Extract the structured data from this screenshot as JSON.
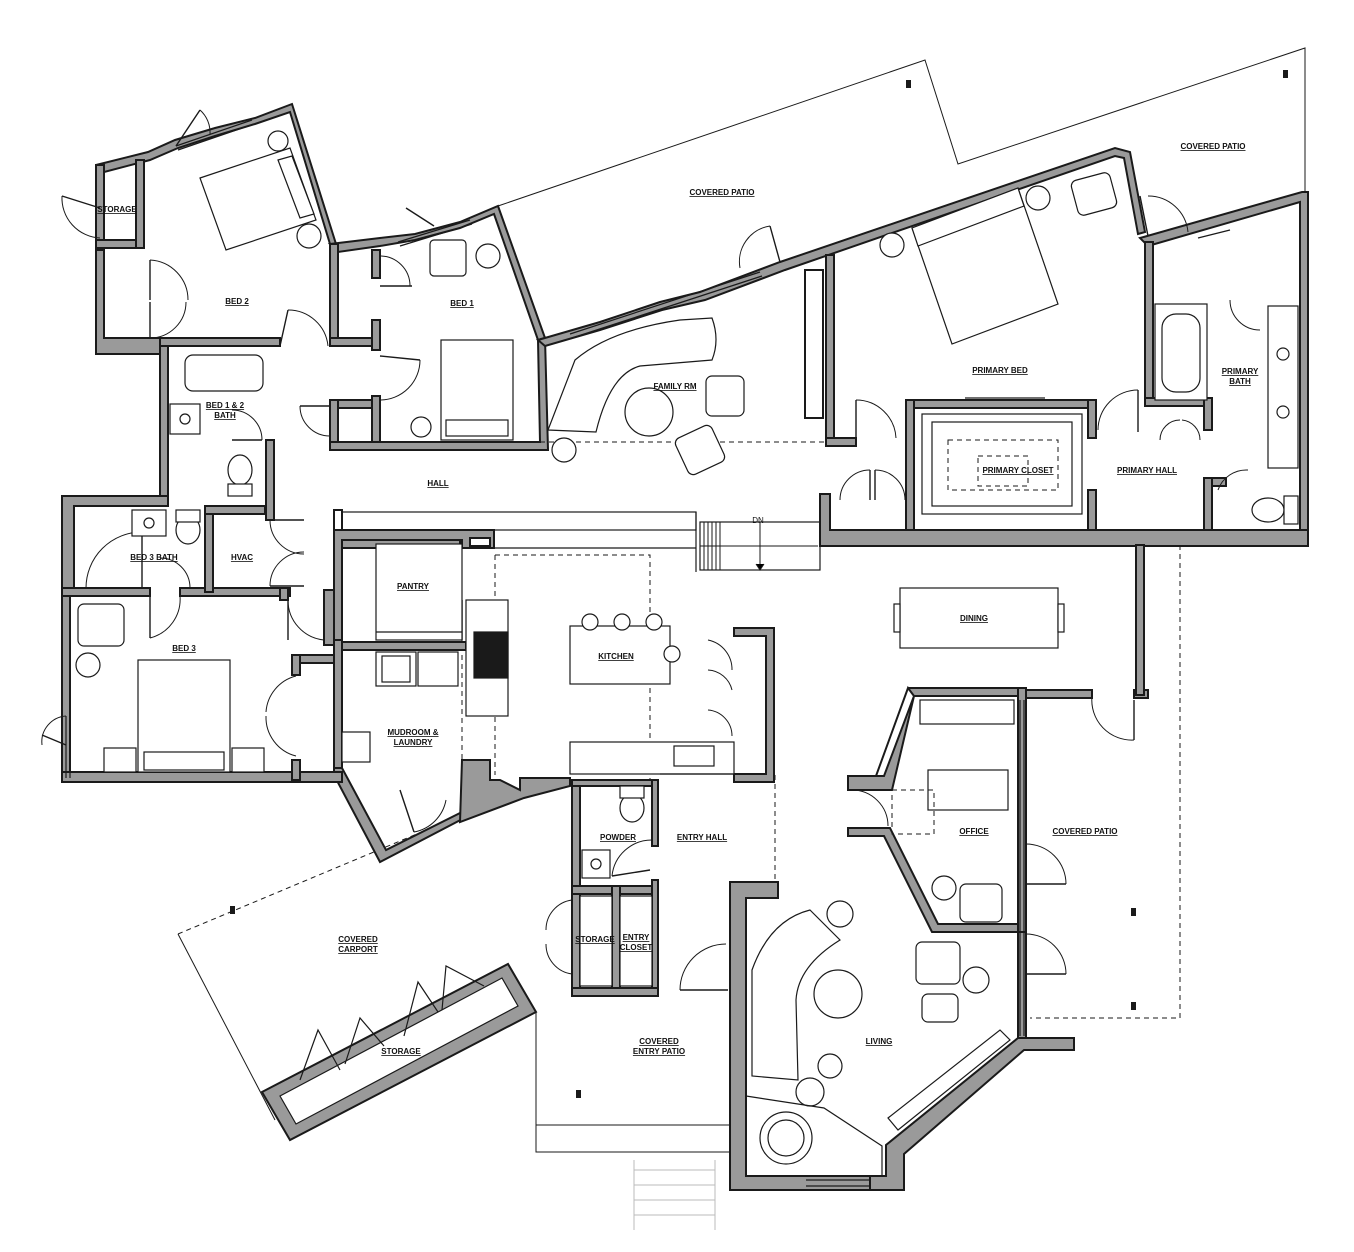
{
  "title": "",
  "rooms": {
    "covered_patio_north": "COVERED PATIO",
    "covered_patio_northeast": "COVERED PATIO",
    "storage_bed2": "STORAGE",
    "bed2": "BED 2",
    "bed1": "BED 1",
    "family_rm": "FAMILY RM",
    "primary_bed": "PRIMARY BED",
    "primary_bath_line1": "PRIMARY",
    "primary_bath_line2": "BATH",
    "bed12_bath_line1": "BED 1 & 2",
    "bed12_bath_line2": "BATH",
    "hall": "HALL",
    "primary_closet": "PRIMARY CLOSET",
    "primary_hall": "PRIMARY HALL",
    "bed3_bath": "BED 3 BATH",
    "hvac": "HVAC",
    "pantry": "PANTRY",
    "kitchen": "KITCHEN",
    "dining": "DINING",
    "stair_dn": "DN",
    "bed3": "BED 3",
    "mudroom_line1": "MUDROOM &",
    "mudroom_line2": "LAUNDRY",
    "powder": "POWDER",
    "entry_hall": "ENTRY HALL",
    "office": "OFFICE",
    "covered_patio_east": "COVERED PATIO",
    "storage_entry": "STORAGE",
    "entry_closet_line1": "ENTRY",
    "entry_closet_line2": "CLOSET",
    "carport_line1": "COVERED",
    "carport_line2": "CARPORT",
    "storage_carport": "STORAGE",
    "entry_patio_line1": "COVERED",
    "entry_patio_line2": "ENTRY PATIO",
    "living": "LIVING"
  }
}
